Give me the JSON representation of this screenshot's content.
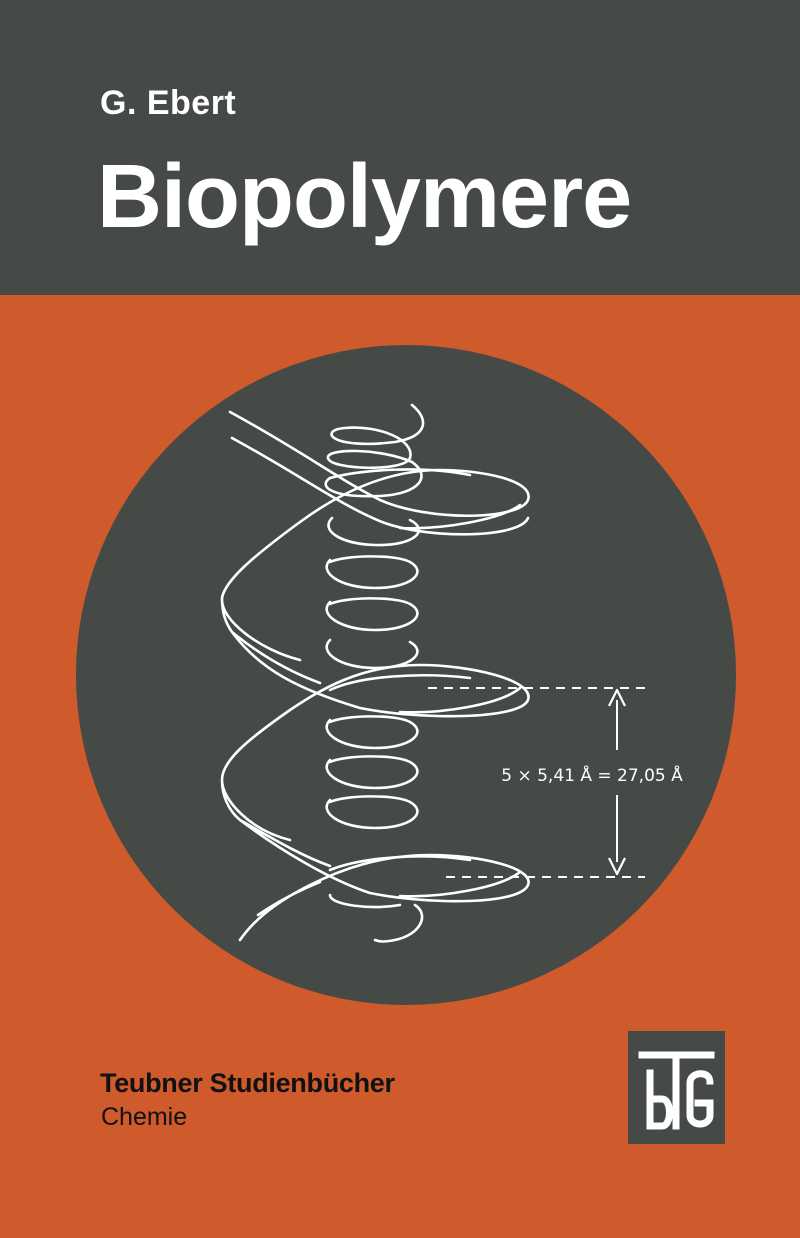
{
  "cover": {
    "author": "G. Ebert",
    "title": "Biopolymere",
    "series": "Teubner Studienbücher",
    "subject": "Chemie",
    "measurement_label": "5 × 5,41 Å = 27,05 Å"
  },
  "colors": {
    "band": "#454a47",
    "background": "#cf5a2b",
    "circle": "#454a47",
    "line": "#ffffff",
    "text_light": "#ffffff",
    "text_dark": "#111111"
  },
  "icons": {
    "helix": "helix-illustration-icon",
    "logo": "teubner-tg-logo-icon"
  }
}
